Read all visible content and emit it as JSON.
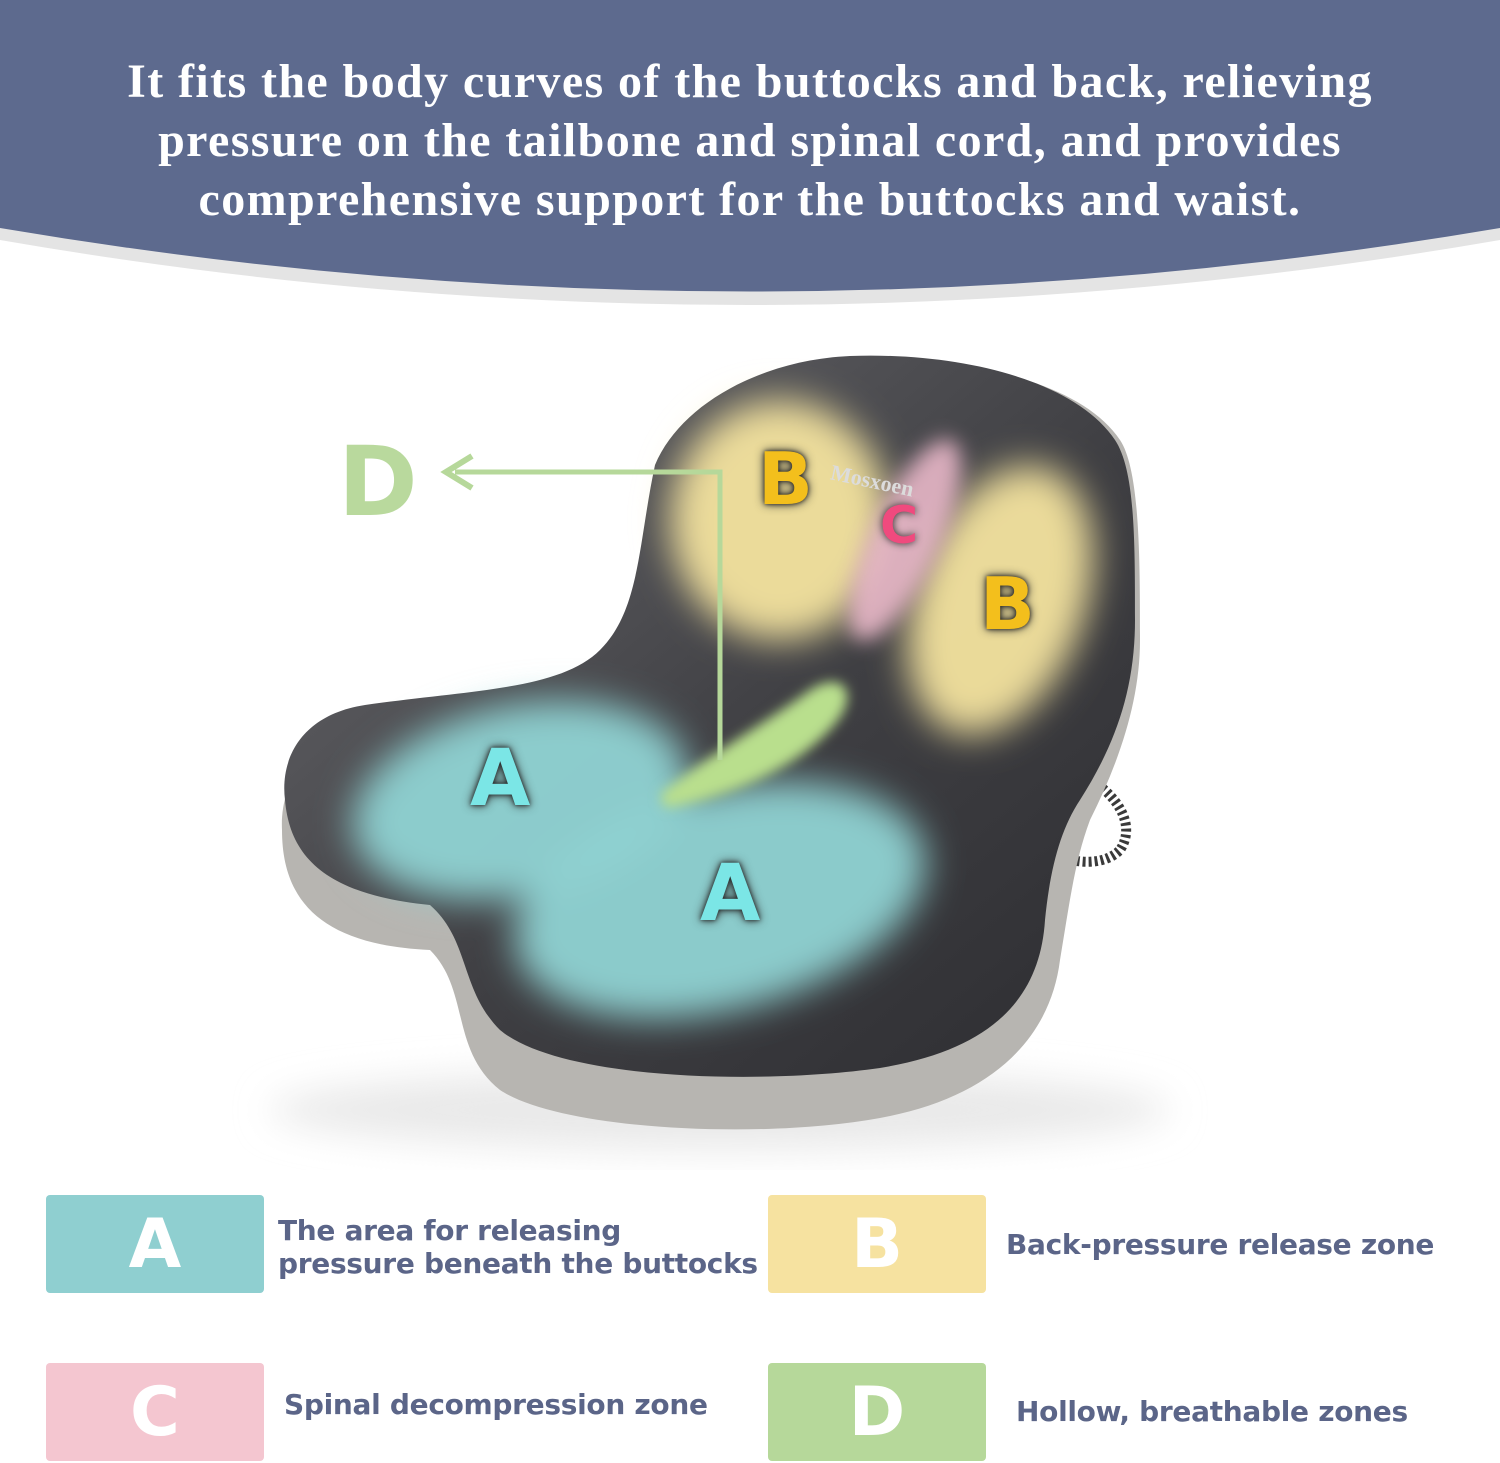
{
  "banner": {
    "lines": [
      "It fits the body curves of the buttocks and back, relieving",
      "pressure on the tailbone and spinal cord, and provides",
      "comprehensive support for the buttocks and waist."
    ],
    "color": "#5d6a8e"
  },
  "figure": {
    "brand": "Mosxoen",
    "callout_letter": "D",
    "zone_labels": {
      "a1": "A",
      "a2": "A",
      "b1": "B",
      "b2": "B",
      "c": "C"
    }
  },
  "legend": [
    {
      "letter": "A",
      "lines": [
        "The area for releasing",
        "pressure beneath the buttocks"
      ],
      "color": "#8fcfd0"
    },
    {
      "letter": "B",
      "lines": [
        "Back-pressure release zone"
      ],
      "color": "#f6e2a0"
    },
    {
      "letter": "C",
      "lines": [
        "Spinal decompression zone"
      ],
      "color": "#f4c6d0"
    },
    {
      "letter": "D",
      "lines": [
        "Hollow, breathable zones"
      ],
      "color": "#b6d89a"
    }
  ]
}
